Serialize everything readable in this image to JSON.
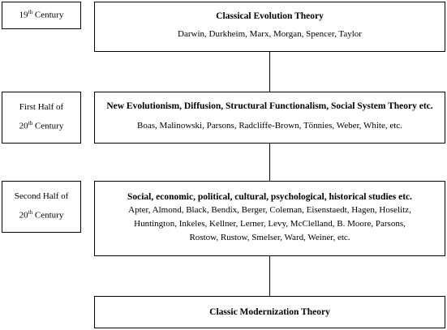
{
  "rows": [
    {
      "era": {
        "pre": "19",
        "sup": "th",
        "post": " Century"
      },
      "title": "Classical Evolution Theory",
      "names": [
        "Darwin, Durkheim, Marx, Morgan, Spencer, Taylor"
      ]
    },
    {
      "era": {
        "line1": "First Half of",
        "pre": "20",
        "sup": "th",
        "post": " Century"
      },
      "title": "New Evolutionism, Diffusion, Structural Functionalism, Social System Theory etc.",
      "names": [
        "Boas, Malinowski, Parsons, Radcliffe-Brown, Tönnies, Weber, White, etc."
      ]
    },
    {
      "era": {
        "line1": "Second Half of",
        "pre": "20",
        "sup": "th",
        "post": " Century"
      },
      "title": "Social, economic, political, cultural, psychological, historical studies etc.",
      "names": [
        "Apter, Almond, Black, Bendix, Berger, Coleman, Eisenstaedt, Hagen, Hoselitz,",
        "Huntington, Inkeles, Kellner, Lerner, Levy, McClelland, B. Moore, Parsons,",
        "Rostow, Rustow, Smelser, Ward, Weiner, etc."
      ]
    }
  ],
  "result": {
    "title": "Classic Modernization Theory"
  }
}
